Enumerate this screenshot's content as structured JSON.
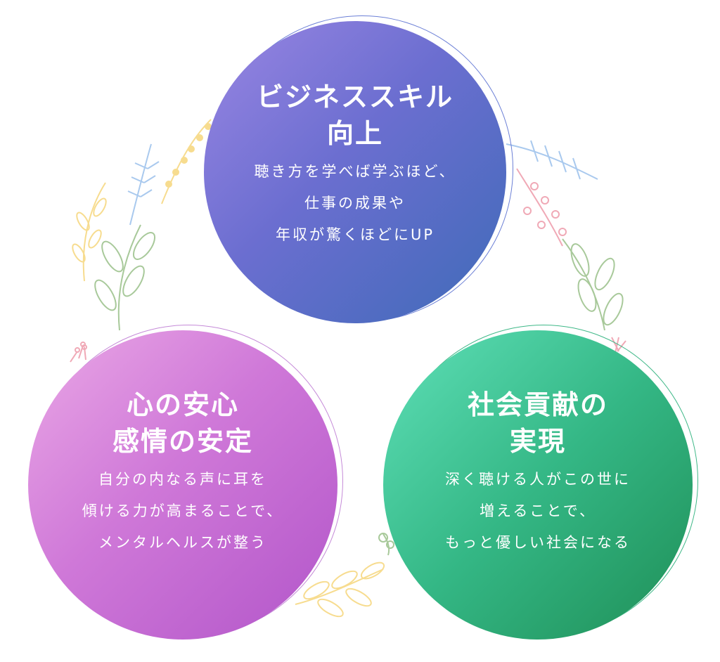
{
  "colors": {
    "business": "#6b6ed0",
    "mind": "#cf78d8",
    "society": "#34b785",
    "wreath_blue": "#a9c9ee",
    "wreath_yellow": "#f7dc8f",
    "wreath_green": "#a8c99a",
    "wreath_pink": "#f0a9b6"
  },
  "circles": {
    "business": {
      "title_lines": [
        "ビジネススキル",
        "向上"
      ],
      "body_lines": [
        "聴き方を学べば学ぶほど、",
        "仕事の成果や",
        "年収が驚くほどにUP"
      ]
    },
    "mind": {
      "title_lines": [
        "心の安心",
        "感情の安定"
      ],
      "body_lines": [
        "自分の内なる声に耳を",
        "傾ける力が高まることで、",
        "メンタルヘルスが整う"
      ]
    },
    "society": {
      "title_lines": [
        "社会貢献の",
        "実現"
      ],
      "body_lines": [
        "深く聴ける人がこの世に",
        "増えることで、",
        "もっと優しい社会になる"
      ]
    }
  }
}
